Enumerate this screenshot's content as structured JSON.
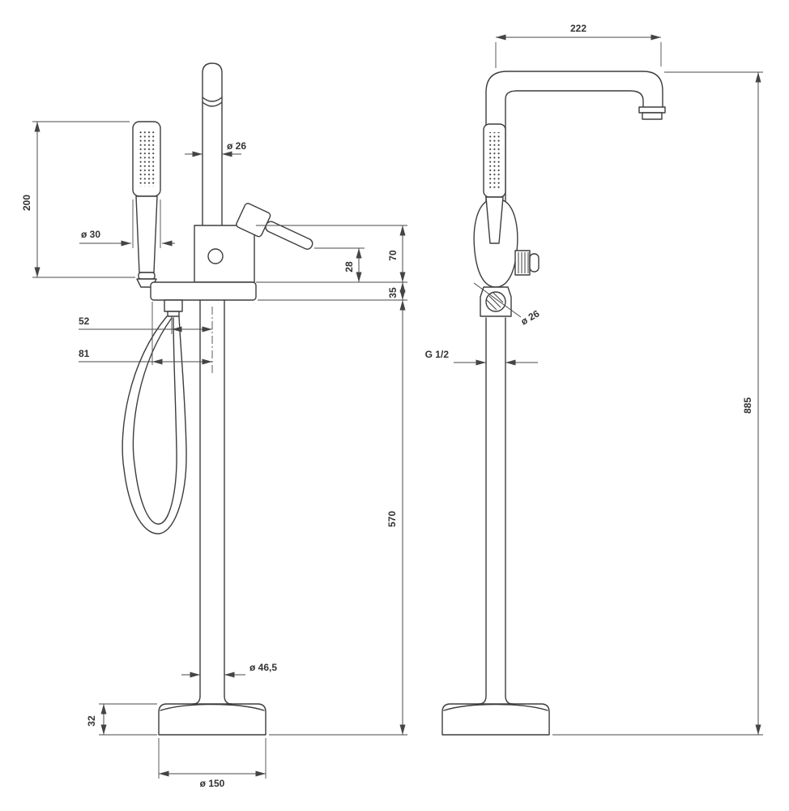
{
  "page": {
    "background": "#ffffff",
    "line_color": "#3d3d3d",
    "text_color": "#333333"
  },
  "drawing": {
    "front_view": {
      "dim_handshower_length": "200",
      "dim_handshower_diameter": "ø 30",
      "dim_spout_pipe_diameter": "ø 26",
      "dim_body_height": "70",
      "dim_handle_offset": "28",
      "dim_bracket_height": "35",
      "dim_hose_hook_offset": "52",
      "dim_holder_offset": "81",
      "dim_column_height": "570",
      "dim_column_diameter": "ø 46,5",
      "dim_base_height": "32",
      "dim_base_diameter": "ø 150"
    },
    "side_view": {
      "dim_spout_reach": "222",
      "dim_connection_diameter": "ø 26",
      "dim_thread_size": "G 1/2",
      "dim_total_height": "885"
    }
  }
}
